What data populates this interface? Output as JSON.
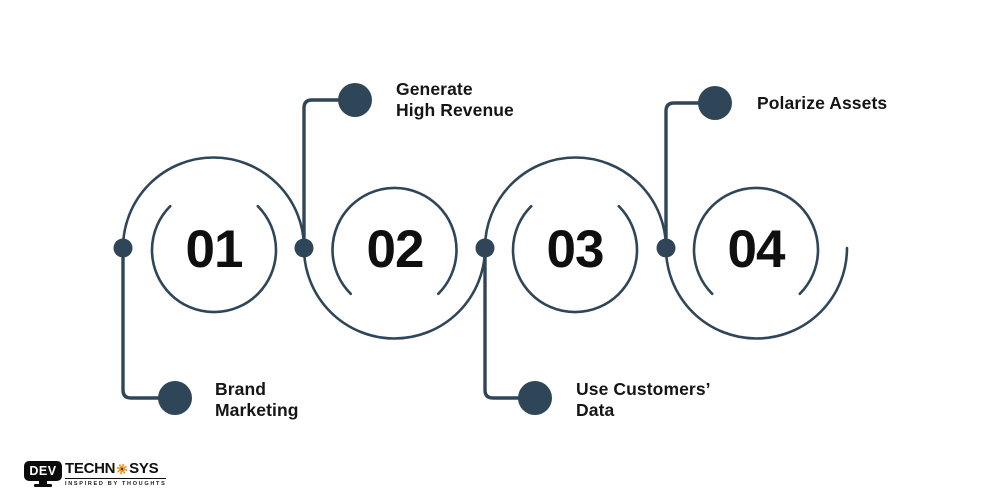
{
  "diagram": {
    "accent_color": "#2f4659",
    "number_color": "#0f0f0f",
    "label_color": "#151515",
    "steps": [
      {
        "number": "01",
        "label": "Brand Marketing",
        "label_line1": "Brand",
        "label_line2": "Marketing",
        "callout_position": "bottom-left"
      },
      {
        "number": "02",
        "label": "Generate High Revenue",
        "label_line1": "Generate",
        "label_line2": "High Revenue",
        "callout_position": "top"
      },
      {
        "number": "03",
        "label": "Use Customers’ Data",
        "label_line1": "Use Customers’",
        "label_line2": "Data",
        "callout_position": "bottom"
      },
      {
        "number": "04",
        "label": "Polarize Assets",
        "label_line1": "Polarize Assets",
        "label_line2": "",
        "callout_position": "top"
      }
    ]
  },
  "logo": {
    "dev_text": "DEV",
    "name_part1": "TECHN",
    "name_part2": "SYS",
    "gear_icon": "gear-icon",
    "gear_color": "#f09a1d",
    "tagline": "INSPIRED BY THOUGHTS"
  }
}
